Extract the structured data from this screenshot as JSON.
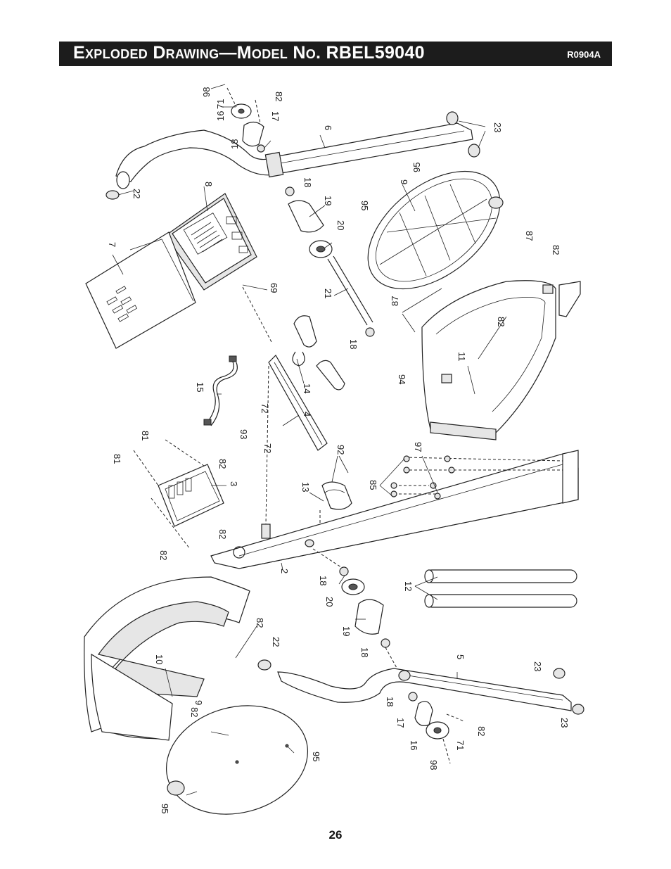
{
  "header": {
    "title": "Exploded Drawing—Model No. RBEL59040",
    "code": "R0904A"
  },
  "page_number": "26",
  "callouts": {
    "c98a": "98",
    "c71a": "71",
    "c16a": "16",
    "c82a": "82",
    "c17a": "17",
    "c18a": "18",
    "c6": "6",
    "c23a": "23",
    "c22a": "22",
    "c8": "8",
    "c18b": "18",
    "c19a": "19",
    "c20a": "20",
    "c95a": "95",
    "c95b": "95",
    "c9a": "9",
    "c7": "7",
    "c69": "69",
    "c21": "21",
    "c87a": "87",
    "c82b": "82",
    "c87b": "87",
    "c82c": "82",
    "c18c": "18",
    "c11": "11",
    "c94": "94",
    "c15": "15",
    "c14": "14",
    "c72a": "72",
    "c4": "4",
    "c93": "93",
    "c72b": "72",
    "c81a": "81",
    "c81b": "81",
    "c82d": "82",
    "c92": "92",
    "c13": "13",
    "c97": "97",
    "c85": "85",
    "c3": "3",
    "c82e": "82",
    "c82f": "82",
    "c2": "2",
    "c12": "12",
    "c18d": "18",
    "c20b": "20",
    "c19b": "19",
    "c82g": "82",
    "c22b": "22",
    "c10": "10",
    "c18e": "18",
    "c5": "5",
    "c23b": "23",
    "c23c": "23",
    "c9b": "9",
    "c82h": "82",
    "c17b": "17",
    "c82i": "82",
    "c16b": "16",
    "c71b": "71",
    "c98b": "98",
    "c95c": "95",
    "c95d": "95"
  }
}
